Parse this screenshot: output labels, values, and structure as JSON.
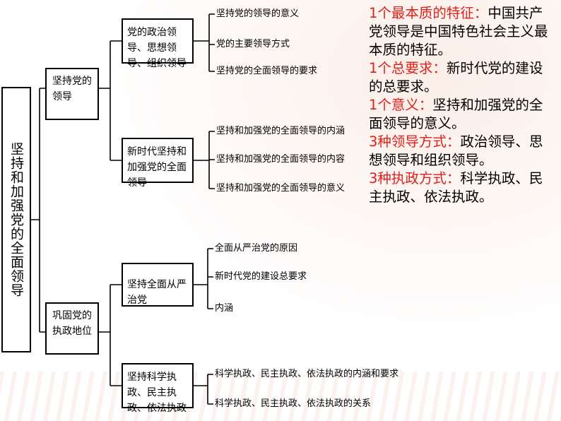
{
  "diagram": {
    "root": "坚持和加强党的全面领导",
    "branches": [
      {
        "label": "坚持党的领导",
        "children": [
          {
            "label": "党的政治领导、思想领导、组织领导",
            "leaves": [
              "坚持党的领导的意义",
              "党的主要领导方式",
              "坚持党的全面领导的要求"
            ]
          },
          {
            "label": "新时代坚持和加强党的全面领导",
            "leaves": [
              "坚持和加强党的全面领导的内涵",
              "坚持和加强党的全面领导的内容",
              "坚持和加强党的全面领导的意义"
            ]
          }
        ]
      },
      {
        "label": "巩固党的执政地位",
        "children": [
          {
            "label": "坚持全面从严治党",
            "leaves": [
              "全面从严治党的原因",
              "新时代党的建设总要求",
              "内涵"
            ]
          },
          {
            "label": "坚持科学执政、民主执政、依法执政",
            "leaves": [
              "科学执政、民主执政、依法执政的内涵和要求",
              "科学执政、民主执政、依法执政的关系"
            ]
          }
        ]
      }
    ]
  },
  "notes": [
    {
      "heading": "1个最本质的特征：",
      "text": "中国共产党领导是中国特色社会主义最本质的特征。"
    },
    {
      "heading": "1个总要求：",
      "text": "新时代党的建设的总要求。"
    },
    {
      "heading": "1个意义：",
      "text": "坚持和加强党的全面领导的意义。"
    },
    {
      "heading": "3种领导方式：",
      "text": "政治领导、思想领导和组织领导。"
    },
    {
      "heading": "3种执政方式：",
      "text": "科学执政、民主执政、依法执政。"
    }
  ],
  "colors": {
    "highlight": "#e0201c",
    "line": "#000000"
  }
}
